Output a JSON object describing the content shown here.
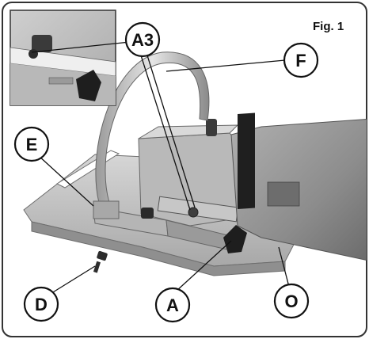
{
  "figure": {
    "title": "Fig. 1",
    "colors": {
      "frame": "#333333",
      "inset_bg": "#d8d8d8",
      "metal_light": "#c9c9c9",
      "metal_mid": "#9e9e9e",
      "metal_dark": "#6f6f6f",
      "motor": "#8a8a8a",
      "black_part": "#1e1e1e"
    }
  },
  "callouts": [
    {
      "id": "A3",
      "label": "A3"
    },
    {
      "id": "F",
      "label": "F"
    },
    {
      "id": "E",
      "label": "E"
    },
    {
      "id": "D",
      "label": "D"
    },
    {
      "id": "A",
      "label": "A"
    },
    {
      "id": "O",
      "label": "O"
    }
  ]
}
